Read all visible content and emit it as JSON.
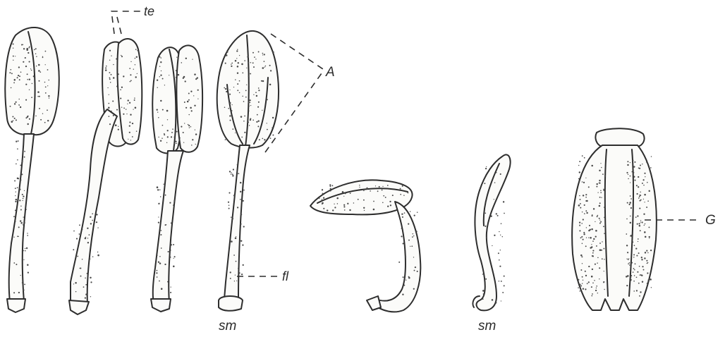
{
  "labels": {
    "te": "te",
    "A": "A",
    "G": "G",
    "fl": "fl",
    "sm_left": "sm",
    "sm_right": "sm"
  },
  "colors": {
    "ink": "#2d2d2d",
    "paper": "#ffffff"
  }
}
